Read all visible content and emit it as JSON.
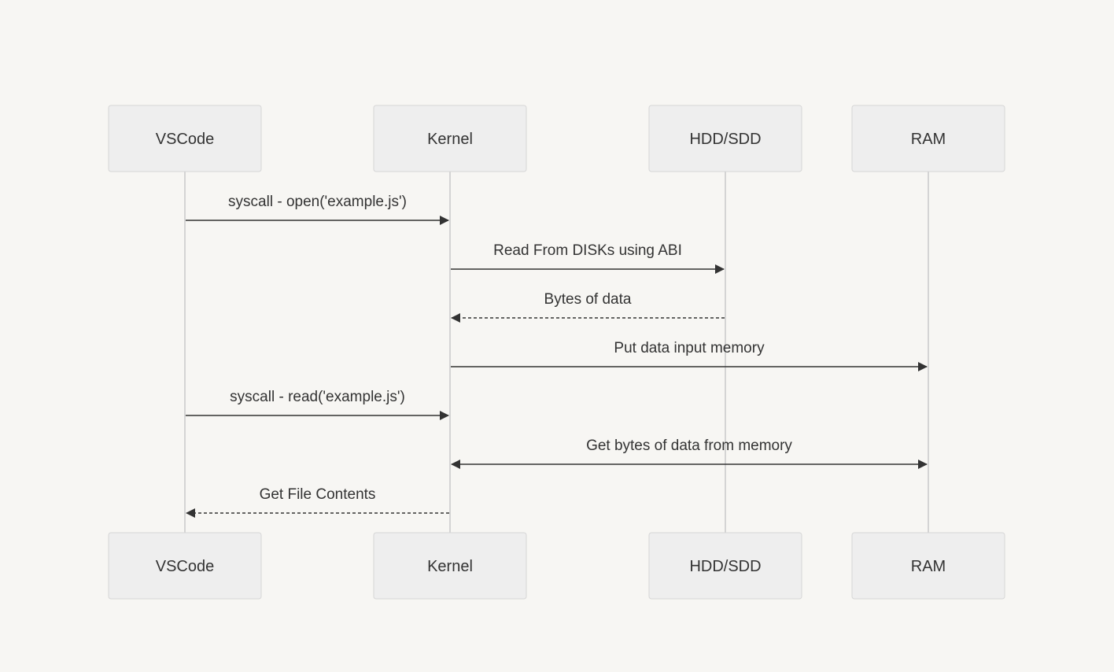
{
  "diagram": {
    "type": "sequence",
    "participants": [
      {
        "id": "vscode",
        "label": "VSCode"
      },
      {
        "id": "kernel",
        "label": "Kernel"
      },
      {
        "id": "disk",
        "label": "HDD/SDD"
      },
      {
        "id": "ram",
        "label": "RAM"
      }
    ],
    "messages": [
      {
        "from": "vscode",
        "to": "kernel",
        "label": "syscall - open('example.js')",
        "style": "solid",
        "arrows": "end"
      },
      {
        "from": "kernel",
        "to": "disk",
        "label": "Read From DISKs using ABI",
        "style": "solid",
        "arrows": "end"
      },
      {
        "from": "disk",
        "to": "kernel",
        "label": "Bytes of data",
        "style": "dashed",
        "arrows": "end"
      },
      {
        "from": "kernel",
        "to": "ram",
        "label": "Put data input memory",
        "style": "solid",
        "arrows": "end"
      },
      {
        "from": "vscode",
        "to": "kernel",
        "label": "syscall - read('example.js')",
        "style": "solid",
        "arrows": "end"
      },
      {
        "from": "kernel",
        "to": "ram",
        "label": "Get bytes of data from memory",
        "style": "solid",
        "arrows": "both"
      },
      {
        "from": "kernel",
        "to": "vscode",
        "label": "Get File Contents",
        "style": "dashed",
        "arrows": "end"
      }
    ]
  },
  "colors": {
    "background": "#f7f6f3",
    "actor_fill": "#eeeeee",
    "actor_border": "#d6d6d6",
    "lifeline": "#d4d4d4",
    "line": "#333333"
  }
}
